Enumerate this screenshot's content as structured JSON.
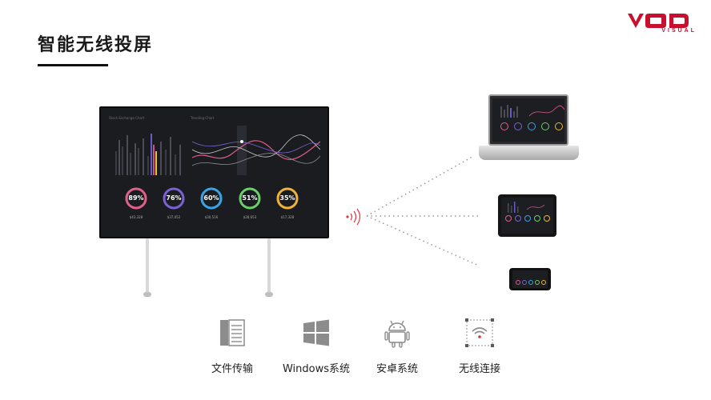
{
  "header": {
    "title": "智能无线投屏",
    "logo_text": "VISUAL"
  },
  "screen": {
    "panel_left_title": "Stock Exchange Chart",
    "panel_right_title": "Trending Chart",
    "rings": [
      {
        "percent": "89%",
        "value": "$43,328",
        "color": "#e0608a"
      },
      {
        "percent": "76%",
        "value": "$37,052",
        "color": "#7a62d6"
      },
      {
        "percent": "60%",
        "value": "$30,516",
        "color": "#3aa3e6"
      },
      {
        "percent": "51%",
        "value": "$28,653",
        "color": "#6cce6a"
      },
      {
        "percent": "35%",
        "value": "$17,328",
        "color": "#f0b23a"
      }
    ]
  },
  "features": [
    {
      "label": "文件传输",
      "icon": "document-icon"
    },
    {
      "label": "Windows系统",
      "icon": "windows-icon"
    },
    {
      "label": "安卓系统",
      "icon": "android-icon"
    },
    {
      "label": "无线连接",
      "icon": "wifi-icon"
    }
  ],
  "colors": {
    "brand": "#c8102e",
    "signal": "#d9363e",
    "icon_gray": "#8c8c8c"
  }
}
